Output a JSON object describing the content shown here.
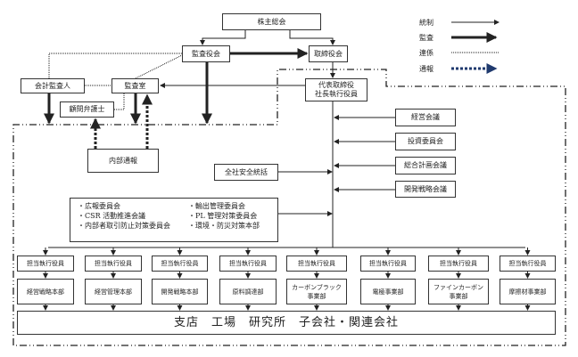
{
  "legend": [
    {
      "label": "統制"
    },
    {
      "label": "監査"
    },
    {
      "label": "連係"
    },
    {
      "label": "通報"
    }
  ],
  "top": {
    "shareholders": "株主総会",
    "auditors_board": "監査役会",
    "board": "取締役会",
    "accounting_auditor": "会計監査人",
    "audit_office": "監査室",
    "president": "代表取締役\n社長執行役員",
    "legal_advisor": "顧問弁護士",
    "whistleblowing": "内部通報",
    "safety": "全社安全統括"
  },
  "councils": [
    "経営会議",
    "投資委員会",
    "総合計画会議",
    "開発戦略会議"
  ],
  "committees": {
    "left": [
      "・広報委員会",
      "・CSR 活動推進会議",
      "・内部者取引防止対策委員会"
    ],
    "right": [
      "・輸出管理委員会",
      "・PL 管理対策委員会",
      "・環境・防災対策本部"
    ]
  },
  "officer_label": "担当執行役員",
  "divisions": [
    "経営戦略本部",
    "経営管理本部",
    "開発戦略本部",
    "原料調達部",
    "カーボンブラック\n事業部",
    "電極事業部",
    "ファインカーボン\n事業部",
    "摩擦材事業部"
  ],
  "bottom": "支店　工場　研究所　子会社・関連会社",
  "colors": {
    "line": "#222222",
    "report": "#1f3a6e"
  }
}
